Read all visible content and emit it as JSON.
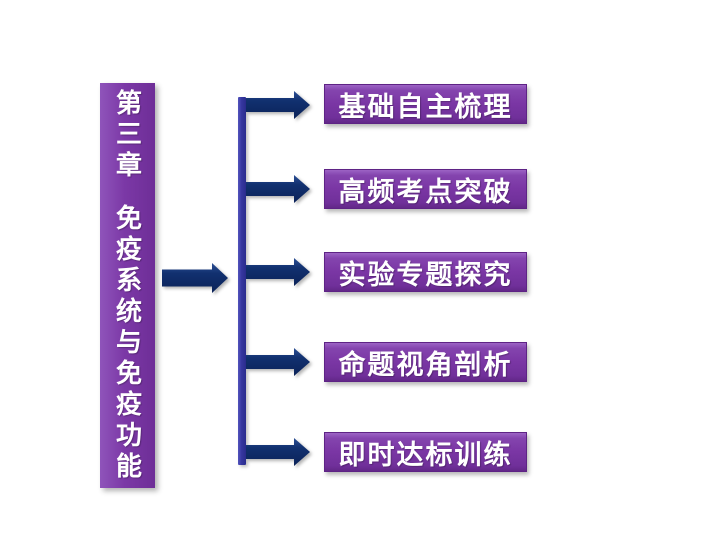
{
  "chapter": {
    "line1": "第三章",
    "line2": "免疫系统与免疫功能"
  },
  "sections": [
    {
      "label": "基础自主梳理"
    },
    {
      "label": "高频考点突破"
    },
    {
      "label": "实验专题探究"
    },
    {
      "label": "命题视角剖析"
    },
    {
      "label": "即时达标训练"
    }
  ],
  "colors": {
    "background": "#ffffff",
    "box_purple": "#7a36a4",
    "box_purple_highlight": "#9c63c4",
    "box_purple_dark": "#5e2385",
    "trunk_indigo": "#35369e",
    "arrow_navy": "#0d2a66",
    "text": "#ffffff"
  }
}
